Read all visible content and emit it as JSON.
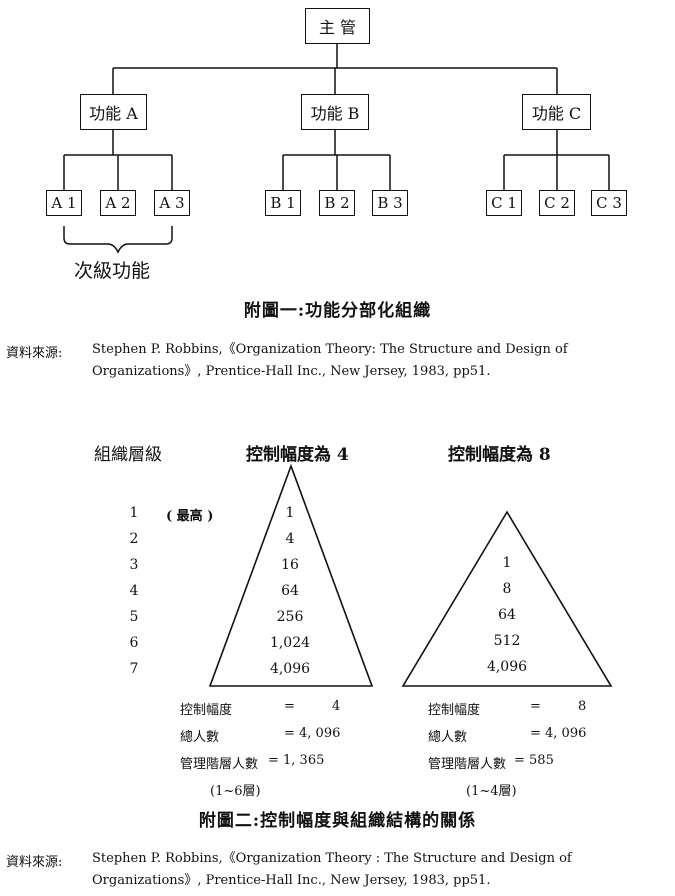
{
  "figure1": {
    "top": "主 管",
    "functions": [
      {
        "label": "功能 A",
        "subs": [
          "A 1",
          "A 2",
          "A 3"
        ]
      },
      {
        "label": "功能 B",
        "subs": [
          "B 1",
          "B 2",
          "B 3"
        ]
      },
      {
        "label": "功能 C",
        "subs": [
          "C 1",
          "C 2",
          "C 3"
        ]
      }
    ],
    "bracket_label": "次級功能",
    "caption": "附圖一:功能分部化組織",
    "source_label": "資料來源:",
    "source_line1": "Stephen P. Robbins,《Organization Theory: The Structure and Design of",
    "source_line2": "Organizations》, Prentice-Hall Inc., New Jersey, 1983, pp51."
  },
  "figure2": {
    "levels_header": "組織層級",
    "span4_header": "控制幅度為 4",
    "span8_header": "控制幅度為 8",
    "levels": [
      "1",
      "2",
      "3",
      "4",
      "5",
      "6",
      "7"
    ],
    "top_note": "( 最高 )",
    "span4_values": [
      "1",
      "4",
      "16",
      "64",
      "256",
      "1,024",
      "4,096"
    ],
    "span8_values": [
      "1",
      "8",
      "64",
      "512",
      "4,096"
    ],
    "span4_stats": {
      "span_label": "控制幅度",
      "span_eq": "=",
      "span_value": "4",
      "total_label": "總人數",
      "total_value": "= 4, 096",
      "mgmt_label": "管理階層人數",
      "mgmt_value": "= 1, 365",
      "range": "(1~6層)"
    },
    "span8_stats": {
      "span_label": "控制幅度",
      "span_eq": "=",
      "span_value": "8",
      "total_label": "總人數",
      "total_value": "= 4, 096",
      "mgmt_label": "管理階層人數",
      "mgmt_value": "= 585",
      "range": "(1~4層)"
    },
    "caption": "附圖二:控制幅度與組織結構的關係",
    "source_label": "資料來源:",
    "source_line1": "Stephen P. Robbins,《Organization Theory : The Structure and Design of",
    "source_line2": "Organizations》, Prentice-Hall Inc., New Jersey, 1983, pp51."
  }
}
